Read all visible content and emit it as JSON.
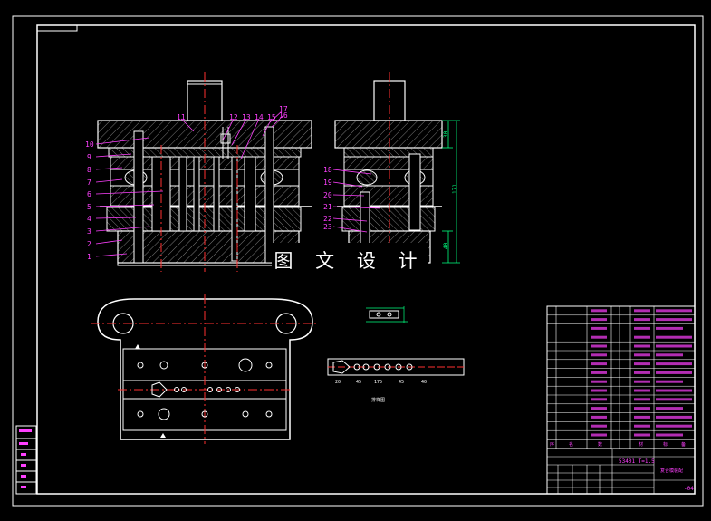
{
  "drawing": {
    "watermark": "图 文 设 计",
    "colors": {
      "background": "#000000",
      "frame": "#ffffff",
      "hatch": "#7a7a7a",
      "center_line": "#ff3030",
      "dimension": "#00ff7f",
      "leader": "#ff40ff",
      "label": "#ff40ff",
      "table_text": "#ff40ff",
      "title_text": "#ff40ff"
    },
    "part_numbers_left": [
      "10",
      "9",
      "8",
      "7",
      "6",
      "5",
      "4",
      "3",
      "2",
      "1"
    ],
    "part_numbers_top": [
      "11",
      "12",
      "13",
      "14",
      "15",
      "16",
      "17"
    ],
    "part_numbers_right": [
      "18",
      "19",
      "20",
      "21",
      "22",
      "23"
    ],
    "dimension_labels": {
      "height_upper": "30",
      "height_total": "171",
      "height_lower": "40"
    },
    "strip_labels": [
      "20",
      "45",
      "175",
      "45",
      "40"
    ],
    "strip_caption": "排样图",
    "title_block": {
      "project": "53401 T=1.5",
      "drawing_name": "复合模装配",
      "drawing_number": "-04"
    },
    "bom_bottom_row": [
      "序",
      "名",
      "数",
      "材",
      "标",
      "备"
    ]
  }
}
